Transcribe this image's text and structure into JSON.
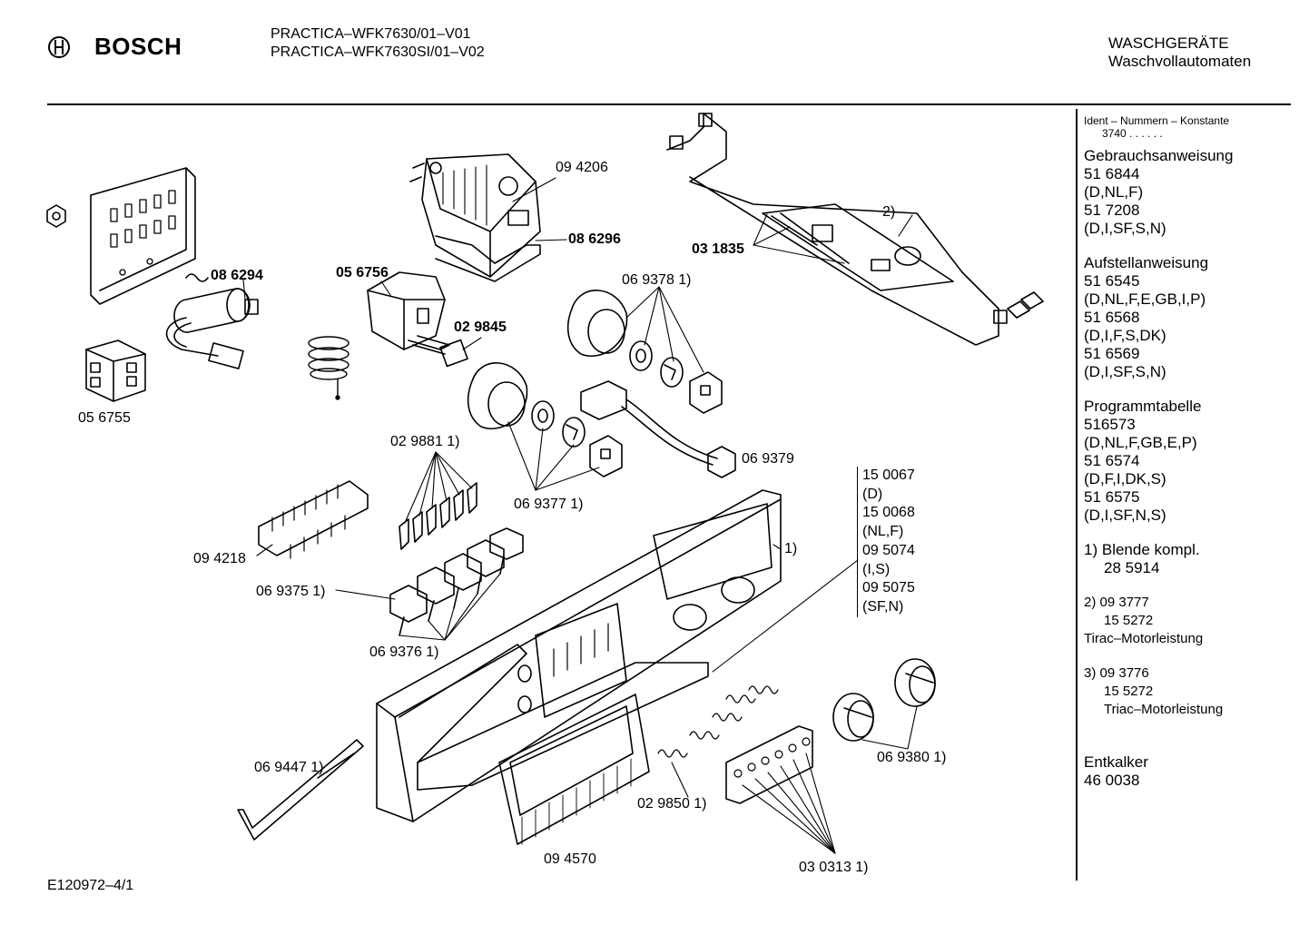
{
  "header": {
    "brand": "BOSCH",
    "model_lines": [
      "PRACTICA–WFK7630/01–V01",
      "PRACTICA–WFK7630SI/01–V02"
    ],
    "category_lines": [
      "WASCHGERÄTE",
      "Waschvollautomaten"
    ]
  },
  "sidebar": {
    "ident_title": "Ident – Nummern – Konstante",
    "ident_value": "3740 . .   . . . .",
    "sections": [
      {
        "title": "Gebrauchsanweisung",
        "lines": [
          "51 6844",
          "(D,NL,F)",
          "51 7208",
          "(D,I,SF,S,N)"
        ]
      },
      {
        "title": "Aufstellanweisung",
        "lines": [
          "51 6545",
          "(D,NL,F,E,GB,I,P)",
          "51 6568",
          "(D,I,F,S,DK)",
          "51 6569",
          "(D,I,SF,S,N)"
        ]
      },
      {
        "title": "Programmtabelle",
        "lines": [
          "516573",
          "(D,NL,F,GB,E,P)",
          "51 6574",
          "(D,F,I,DK,S)",
          "51 6575",
          "(D,I,SF,N,S)"
        ]
      }
    ],
    "notes": [
      {
        "marker": "1)",
        "lines": [
          "Blende kompl.",
          "28 5914"
        ]
      },
      {
        "marker": "2)",
        "lines": [
          "09 3777",
          "15 5272",
          "Tirac–Motorleistung"
        ]
      },
      {
        "marker": "3)",
        "lines": [
          "09 3776",
          "15 5272",
          "Triac–Motorleistung"
        ]
      }
    ],
    "descaler": {
      "title": "Entkalker",
      "value": "46 0038"
    }
  },
  "parts": {
    "p094206": "09 4206",
    "p086296": "08 6296",
    "p086294": "08 6294",
    "p056756": "05 6756",
    "p029845": "02 9845",
    "p031835": "03 1835",
    "p069378": "06 9378 1)",
    "p056755": "05 6755",
    "p029881": "02 9881 1)",
    "p069379": "06 9379",
    "p069377": "06 9377 1)",
    "p094218": "09 4218",
    "p069375": "06 9375 1)",
    "p069376": "06 9376 1)",
    "p069447": "06 9447 1)",
    "p029850": "02 9850 1)",
    "p094570": "09 4570",
    "p030313": "03 0313 1)",
    "p069380": "06 9380 1)",
    "panel_marker": "1)",
    "board_marker": "2)"
  },
  "panel_variants": [
    "15 0067",
    "(D)",
    "15 0068",
    "(NL,F)",
    "09 5074",
    "(I,S)",
    "09 5075",
    "(SF,N)"
  ],
  "footer": {
    "drawing_id": "E120972–4/1"
  }
}
